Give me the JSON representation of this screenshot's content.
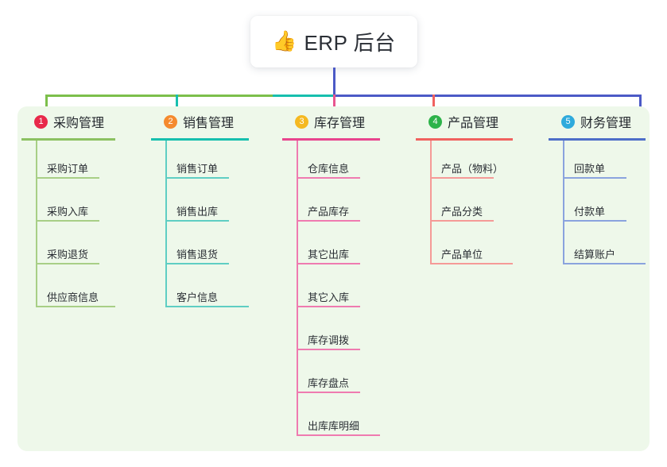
{
  "root": {
    "icon": "thumbs-up-emoji",
    "emoji": "👍",
    "title": "ERP 后台"
  },
  "palette": {
    "panel_bg": "#eef8ea",
    "stem": "#4c5ac6",
    "connector_green": "#7cbf4b",
    "connector_teal": "#17bfae",
    "connector_blue": "#4c5ac6",
    "drop_green": "#7cbf4b",
    "drop_teal": "#17bfae",
    "drop_pink": "#e8558f",
    "drop_red": "#f0625f",
    "drop_blue": "#4c5ac6",
    "text": "#24282e"
  },
  "columns": [
    {
      "number": "1",
      "title": "采购管理",
      "badge_color": "#e8294a",
      "line_color": "#8cc162",
      "rule_color": "#a8cf86",
      "items": [
        "采购订单",
        "采购入库",
        "采购退货",
        "供应商信息"
      ]
    },
    {
      "number": "2",
      "title": "销售管理",
      "badge_color": "#f58a2e",
      "line_color": "#17bfae",
      "rule_color": "#5fcec3",
      "items": [
        "销售订单",
        "销售出库",
        "销售退货",
        "客户信息"
      ]
    },
    {
      "number": "3",
      "title": "库存管理",
      "badge_color": "#f5b921",
      "line_color": "#e8458e",
      "rule_color": "#ef7bb0",
      "items": [
        "仓库信息",
        "产品库存",
        "其它出库",
        "其它入库",
        "库存调拨",
        "库存盘点",
        "出库库明细"
      ]
    },
    {
      "number": "4",
      "title": "产品管理",
      "badge_color": "#2db34a",
      "line_color": "#f0625f",
      "rule_color": "#f59a97",
      "items": [
        "产品（物料）",
        "产品分类",
        "产品单位"
      ]
    },
    {
      "number": "5",
      "title": "财务管理",
      "badge_color": "#2eaadc",
      "line_color": "#4d6ec8",
      "rule_color": "#8aa3de",
      "items": [
        "回款单",
        "付款单",
        "结算账户"
      ]
    }
  ]
}
